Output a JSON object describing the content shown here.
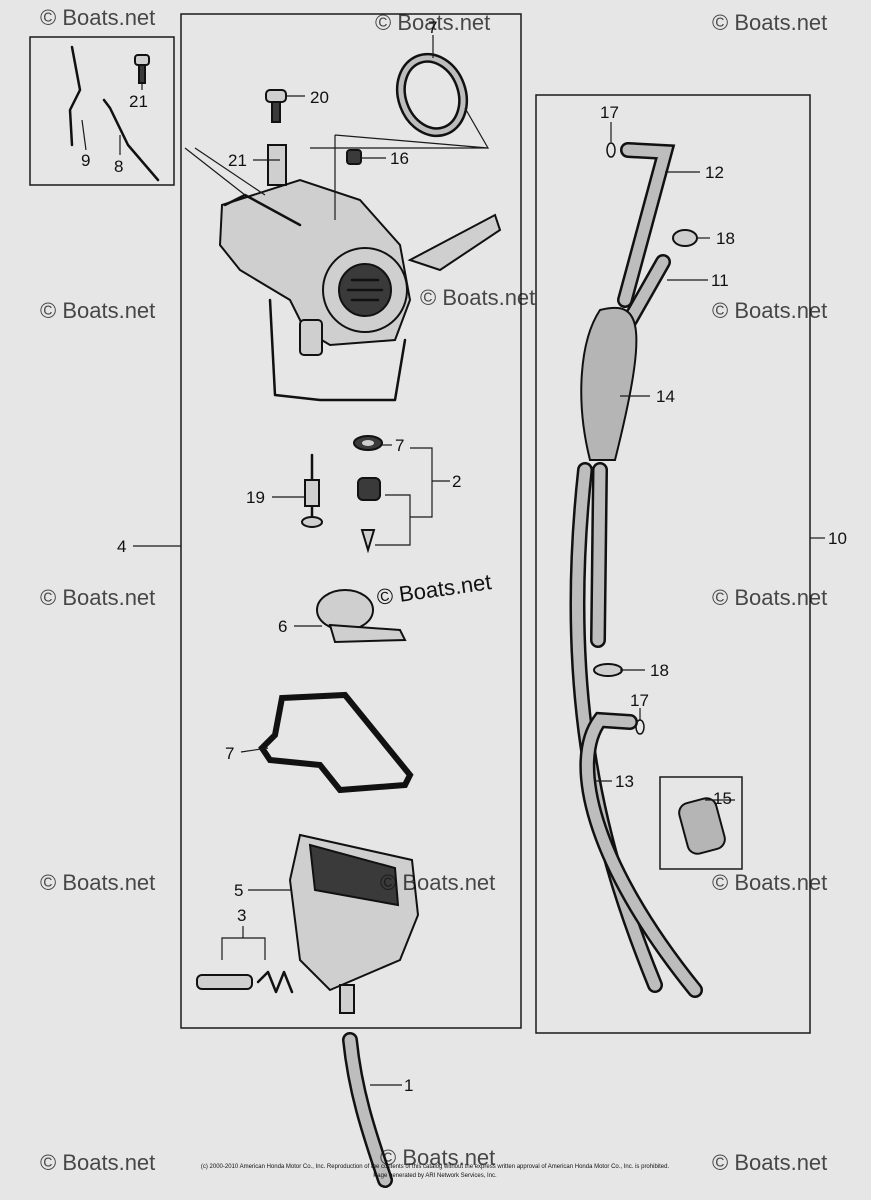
{
  "watermarks": {
    "brand": "© Boats.net",
    "center_label": "© Boats.net"
  },
  "callouts": {
    "c1": "1",
    "c2": "2",
    "c3": "3",
    "c4": "4",
    "c5": "5",
    "c6": "6",
    "c7a": "7",
    "c7b": "7",
    "c7c": "7",
    "c8": "8",
    "c9": "9",
    "c10": "10",
    "c11": "11",
    "c12": "12",
    "c13": "13",
    "c14": "14",
    "c15": "15",
    "c16": "16",
    "c17a": "17",
    "c17b": "17",
    "c18a": "18",
    "c18b": "18",
    "c19": "19",
    "c20": "20",
    "c21a": "21",
    "c21b": "21"
  },
  "footer": {
    "copyright_line1": "(c) 2000-2010 American Honda Motor Co., Inc. Reproduction of the contents of this catalog without the express written approval of American Honda Motor Co., Inc. is prohibited.",
    "copyright_line2": "Page generated by ARI Network Services, Inc."
  }
}
